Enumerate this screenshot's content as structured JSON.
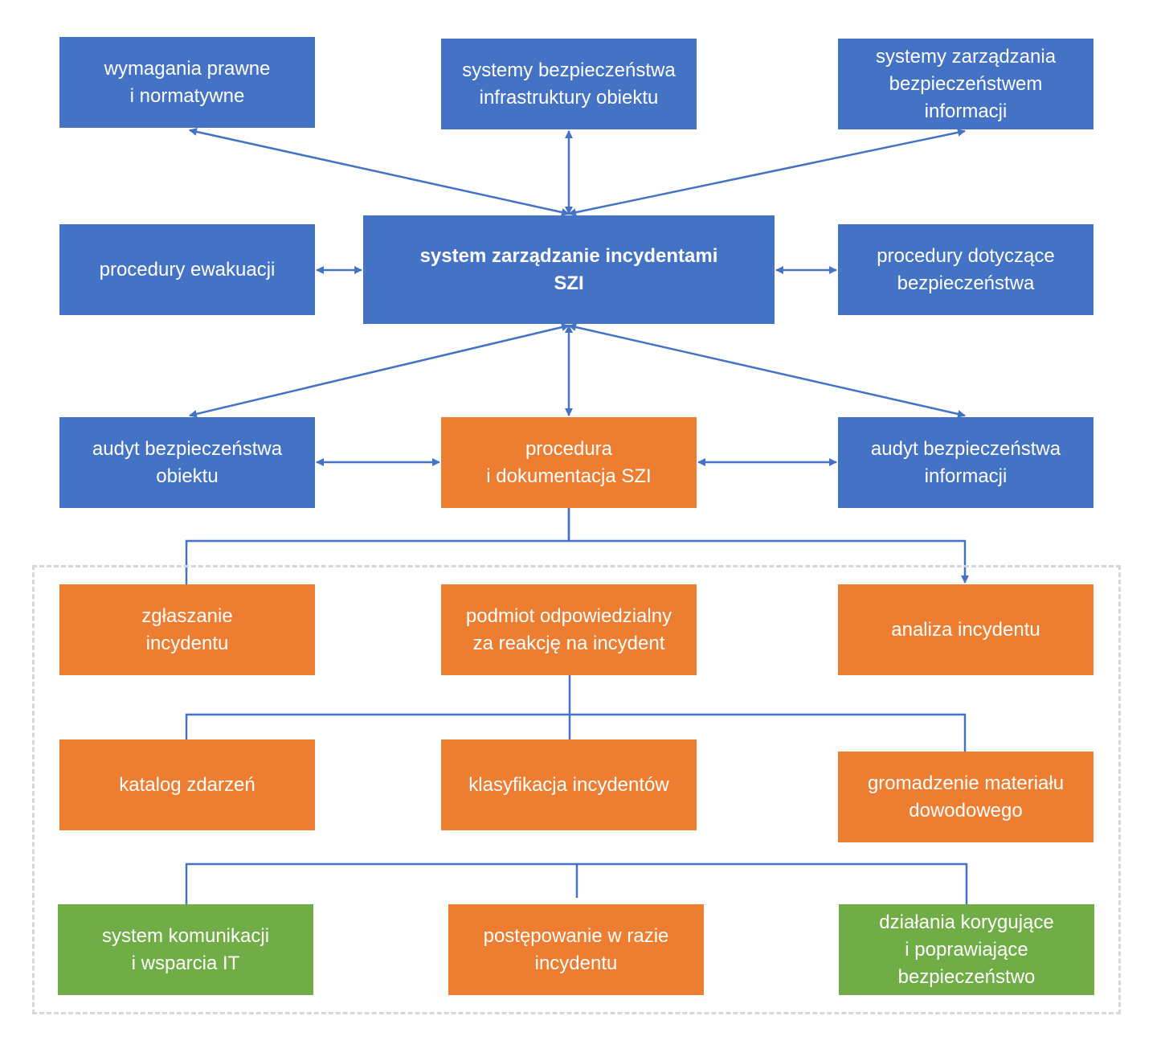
{
  "colors": {
    "blue": "#4472C4",
    "orange": "#ED7D31",
    "green": "#70AD47",
    "connector": "#4472C4",
    "frame": "#D6D6D6"
  },
  "boxes": {
    "legal": {
      "label": "wymagania prawne\ni normatywne",
      "color": "blue"
    },
    "infra": {
      "label": "systemy bezpieczeństwa\ninfrastruktury obiektu",
      "color": "blue"
    },
    "isms": {
      "label": "systemy zarządzania\nbezpieczeństwem\ninformacji",
      "color": "blue"
    },
    "evac": {
      "label": "procedury ewakuacji",
      "color": "blue"
    },
    "szi": {
      "label": "system zarządzanie incydentami\nSZI",
      "color": "blue"
    },
    "secproc": {
      "label": "procedury dotyczące\nbezpieczeństwa",
      "color": "blue"
    },
    "audit_obj": {
      "label": "audyt bezpieczeństwa\nobiektu",
      "color": "blue"
    },
    "procdoc": {
      "label": "procedura\ni dokumentacja SZI",
      "color": "orange"
    },
    "audit_info": {
      "label": "audyt bezpieczeństwa\ninformacji",
      "color": "blue"
    },
    "report": {
      "label": "zgłaszanie\nincydentu",
      "color": "orange"
    },
    "responsible": {
      "label": "podmiot odpowiedzialny\nza reakcję na incydent",
      "color": "orange"
    },
    "analysis": {
      "label": "analiza incydentu",
      "color": "orange"
    },
    "catalog": {
      "label": "katalog zdarzeń",
      "color": "orange"
    },
    "classification": {
      "label": "klasyfikacja incydentów",
      "color": "orange"
    },
    "evidence": {
      "label": "gromadzenie materiału\ndowodowego",
      "color": "orange"
    },
    "comms": {
      "label": "system komunikacji\ni wsparcia IT",
      "color": "green"
    },
    "procedure": {
      "label": "postępowanie w razie\nincydentu",
      "color": "orange"
    },
    "corrective": {
      "label": "działania korygujące\ni poprawiające\nbezpieczeństwo",
      "color": "green"
    }
  },
  "connections": [
    {
      "from": "szi",
      "to": "legal",
      "type": "bidirectional"
    },
    {
      "from": "szi",
      "to": "infra",
      "type": "bidirectional"
    },
    {
      "from": "szi",
      "to": "isms",
      "type": "bidirectional"
    },
    {
      "from": "szi",
      "to": "evac",
      "type": "bidirectional"
    },
    {
      "from": "szi",
      "to": "secproc",
      "type": "bidirectional"
    },
    {
      "from": "szi",
      "to": "audit_obj",
      "type": "bidirectional"
    },
    {
      "from": "szi",
      "to": "procdoc",
      "type": "bidirectional"
    },
    {
      "from": "szi",
      "to": "audit_info",
      "type": "bidirectional"
    },
    {
      "from": "procdoc",
      "to": "audit_obj",
      "type": "bidirectional"
    },
    {
      "from": "procdoc",
      "to": "audit_info",
      "type": "bidirectional"
    },
    {
      "from": "procdoc",
      "to": "report",
      "type": "line"
    },
    {
      "from": "procdoc",
      "to": "analysis",
      "type": "arrow"
    },
    {
      "from": "responsible",
      "to": "catalog",
      "type": "line"
    },
    {
      "from": "responsible",
      "to": "classification",
      "type": "line"
    },
    {
      "from": "responsible",
      "to": "evidence",
      "type": "line"
    },
    {
      "from": "procedure",
      "to": "comms",
      "type": "line"
    },
    {
      "from": "procedure",
      "to": "corrective",
      "type": "line"
    }
  ]
}
